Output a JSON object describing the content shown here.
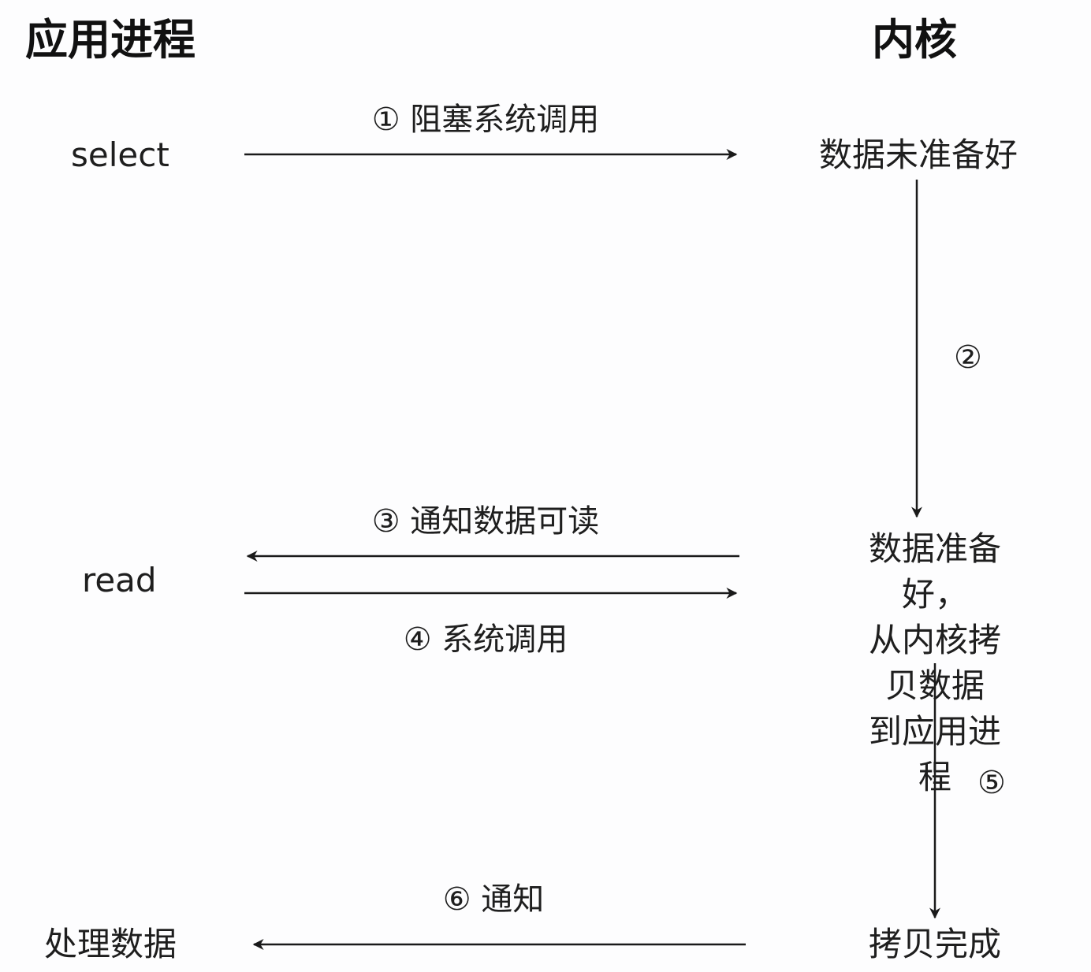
{
  "headers": {
    "app_process": "应用进程",
    "kernel": "内核"
  },
  "app_nodes": {
    "select": "select",
    "read": "read",
    "process_data": "处理数据"
  },
  "kernel_nodes": {
    "data_not_ready": "数据未准备好",
    "data_ready_line1": "数据准备好，",
    "data_ready_line2": "从内核拷贝数据",
    "data_ready_line3": "到应用进程",
    "copy_done": "拷贝完成"
  },
  "steps": {
    "s1": "① 阻塞系统调用",
    "s2": "②",
    "s3": "③ 通知数据可读",
    "s4": "④ 系统调用",
    "s5": "⑤",
    "s6": "⑥ 通知"
  },
  "colors": {
    "arrow": "#1a1a1a",
    "background": "#fdfdfe"
  }
}
